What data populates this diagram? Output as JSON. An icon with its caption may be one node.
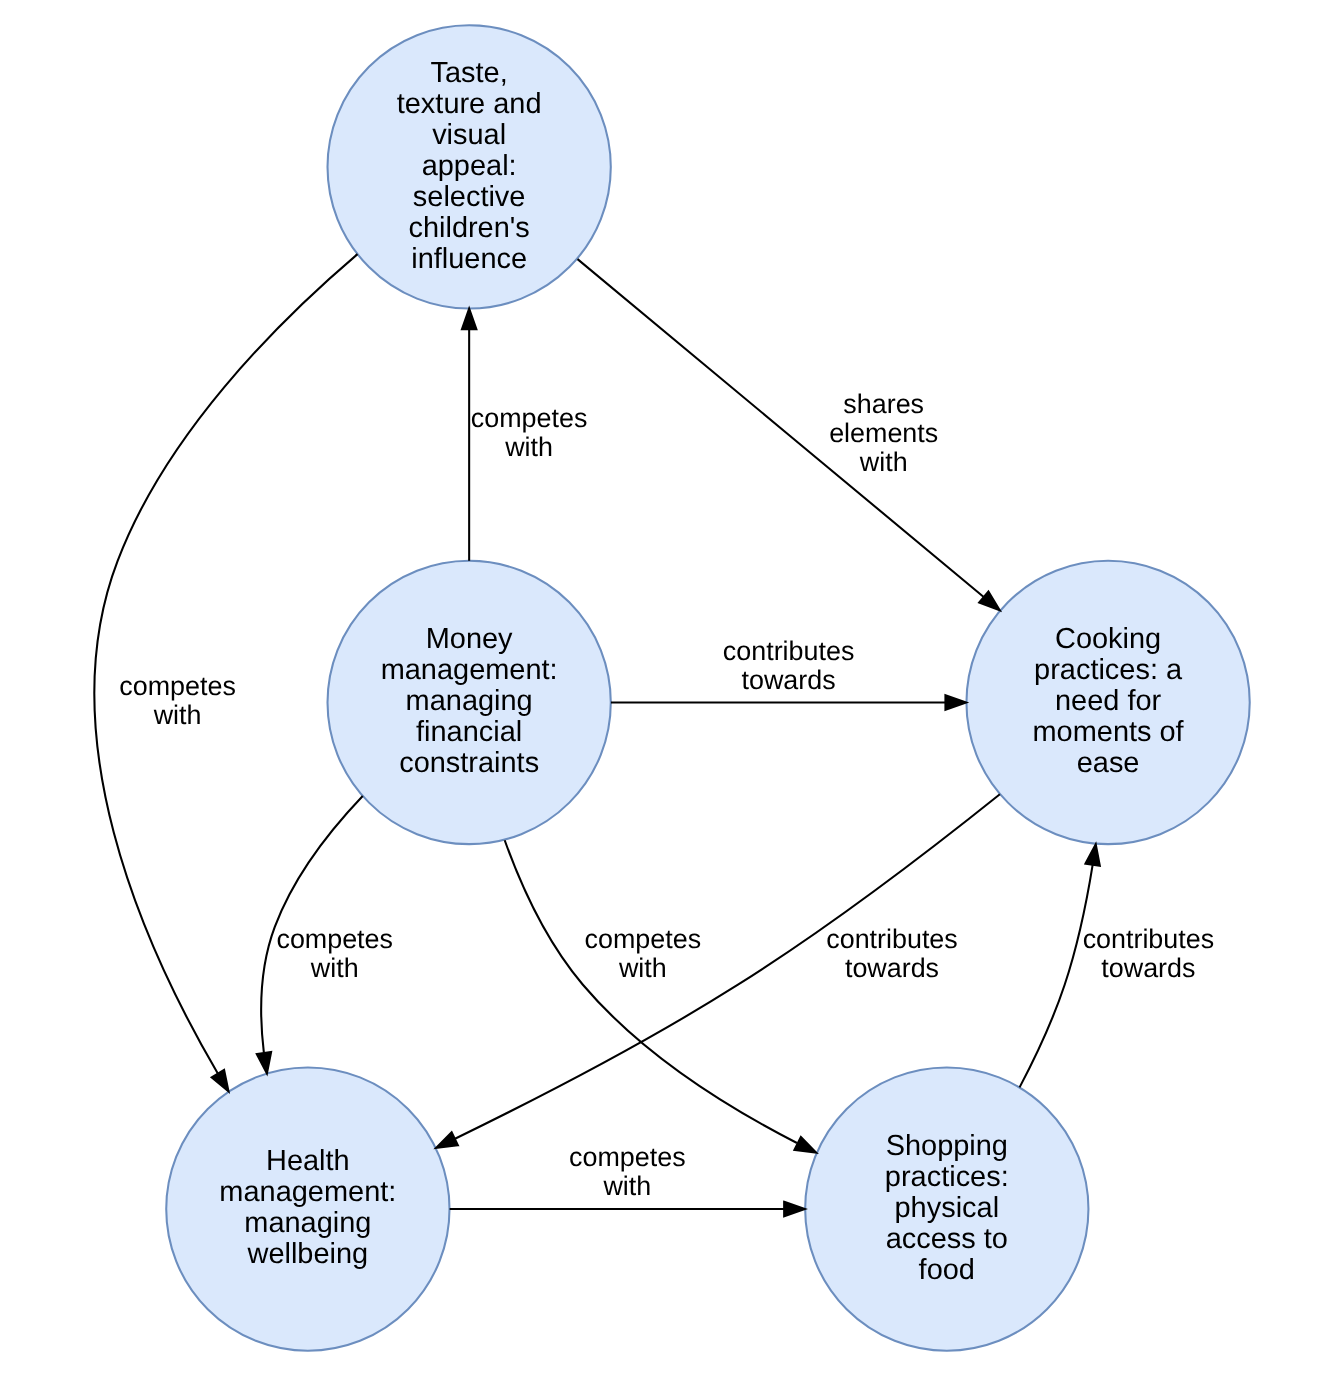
{
  "diagram": {
    "nodes": [
      {
        "text": [
          "Taste, texture and visual appeal: selective children's influence"
        ]
      },
      {
        "text": [
          "Money management: managing financial constraints"
        ]
      },
      {
        "text": [
          "Cooking practices: a need for moments of ease"
        ]
      },
      {
        "text": [
          "Health management: managing wellbeing"
        ]
      },
      {
        "text": [
          "Shopping practices: physical access to food"
        ]
      }
    ],
    "edges": [
      {
        "from": 0,
        "to": 2,
        "arrow": "to",
        "label": "shares elements with"
      },
      {
        "from": 0,
        "to": 3,
        "arrow": "to",
        "label": "competes with"
      },
      {
        "from": 1,
        "to": 0,
        "arrow": "to",
        "label": "competes with"
      },
      {
        "from": 1,
        "to": 2,
        "arrow": "to",
        "label": "contributes towards"
      },
      {
        "from": 1,
        "to": 3,
        "arrow": "to",
        "label": "competes with"
      },
      {
        "from": 1,
        "to": 4,
        "arrow": "to",
        "label": "competes with"
      },
      {
        "from": 2,
        "to": 3,
        "arrow": "to",
        "label": "contributes towards"
      },
      {
        "from": 3,
        "to": 4,
        "arrow": "to",
        "label": "competes with"
      },
      {
        "from": 4,
        "to": 2,
        "arrow": "to",
        "label": "contributes towards"
      }
    ]
  }
}
